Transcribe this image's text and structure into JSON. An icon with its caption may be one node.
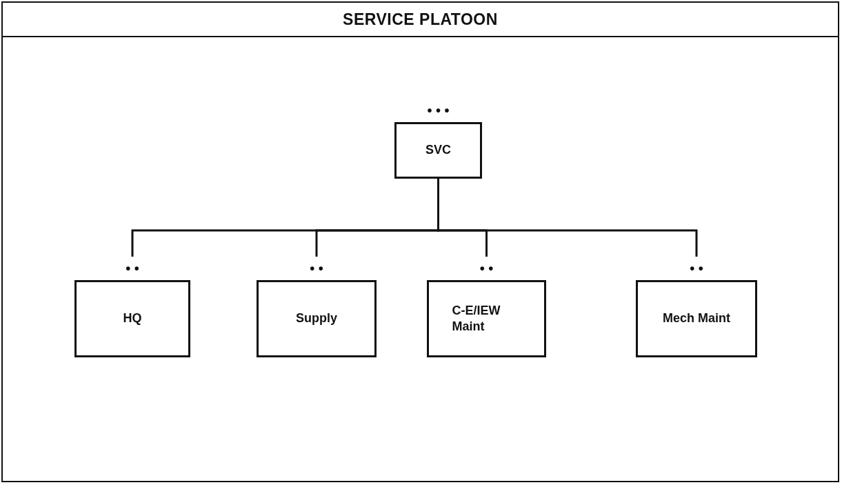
{
  "diagram": {
    "title": "SERVICE PLATOON",
    "nodes": [
      {
        "text": [
          "SVC"
        ],
        "beside": [
          "• • •"
        ]
      },
      {
        "text": [
          "HQ"
        ],
        "beside": [
          "• •"
        ]
      },
      {
        "text": [
          "Supply"
        ],
        "beside": [
          "• •"
        ]
      },
      {
        "text": [
          "C-E/IEW Maint"
        ],
        "beside": [
          "• •"
        ]
      },
      {
        "text": [
          "Mech Maint"
        ],
        "beside": [
          "• •"
        ]
      }
    ],
    "edges": [
      {
        "from": 0,
        "to": 1,
        "arrow": "none"
      },
      {
        "from": 0,
        "to": 2,
        "arrow": "none"
      },
      {
        "from": 0,
        "to": 3,
        "arrow": "none"
      },
      {
        "from": 0,
        "to": 4,
        "arrow": "none"
      }
    ]
  }
}
